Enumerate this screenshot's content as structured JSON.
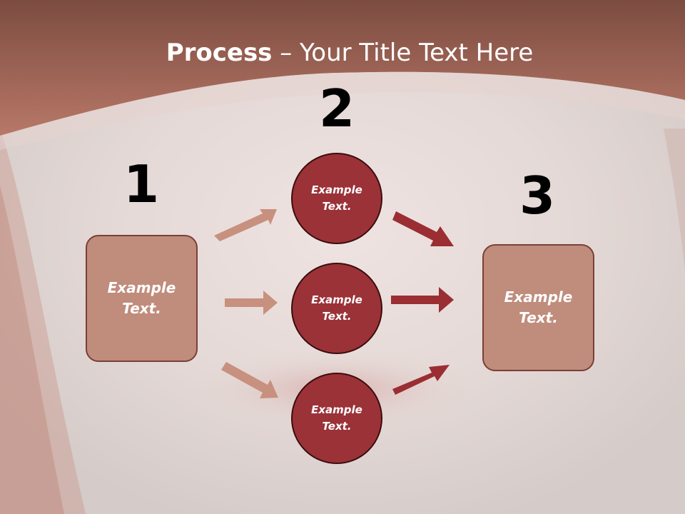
{
  "slide": {
    "title_bold": "Process",
    "title_rest": " – Your Title Text Here"
  },
  "steps": {
    "one": "1",
    "two": "2",
    "three": "3"
  },
  "left_box": {
    "text": "Example\nText."
  },
  "right_box": {
    "text": "Example\nText."
  },
  "circles": [
    {
      "text": "Example\nText."
    },
    {
      "text": "Example\nText."
    },
    {
      "text": "Example\nText."
    }
  ],
  "colors": {
    "header": "#a56a5a",
    "box_fill": "#c08c7c",
    "circle_fill": "#9b3238",
    "arrow_light": "#c8907e",
    "arrow_dark": "#9a2e33"
  }
}
